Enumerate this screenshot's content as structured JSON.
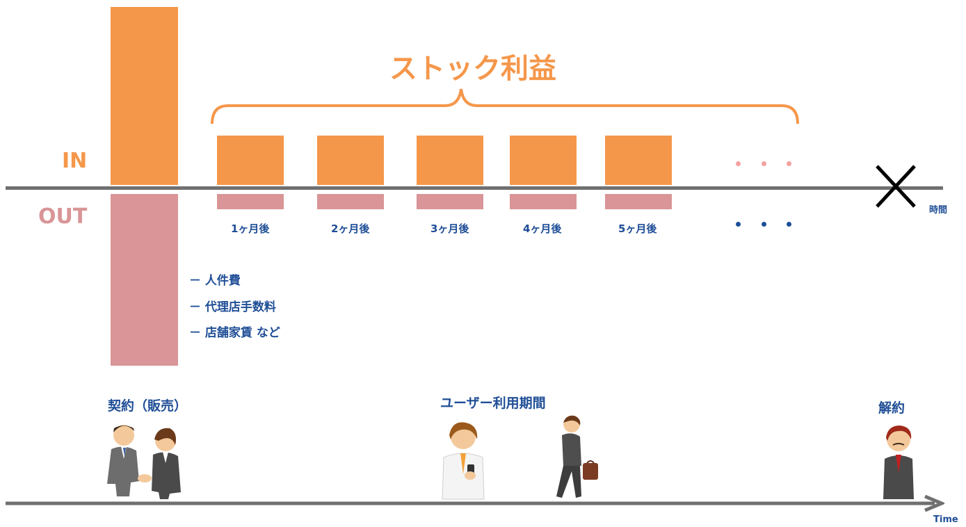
{
  "title": "ストック利益",
  "labels": {
    "in": "IN",
    "out": "OUT"
  },
  "months": [
    "1ヶ月後",
    "2ヶ月後",
    "3ヶ月後",
    "4ヶ月後",
    "5ヶ月後"
  ],
  "costs": [
    "－  人件費",
    "－  代理店手数料",
    "－  店舗家賃  など"
  ],
  "stages": {
    "contract": "契約（販売）",
    "usage": "ユーザー利用期間",
    "cancel": "解約"
  },
  "axes": {
    "time_jp": "時間",
    "time_en": "Time"
  },
  "colors": {
    "in": "#f5974a",
    "out": "#d99597",
    "text": "#1f4e96",
    "axis": "#707070"
  }
}
